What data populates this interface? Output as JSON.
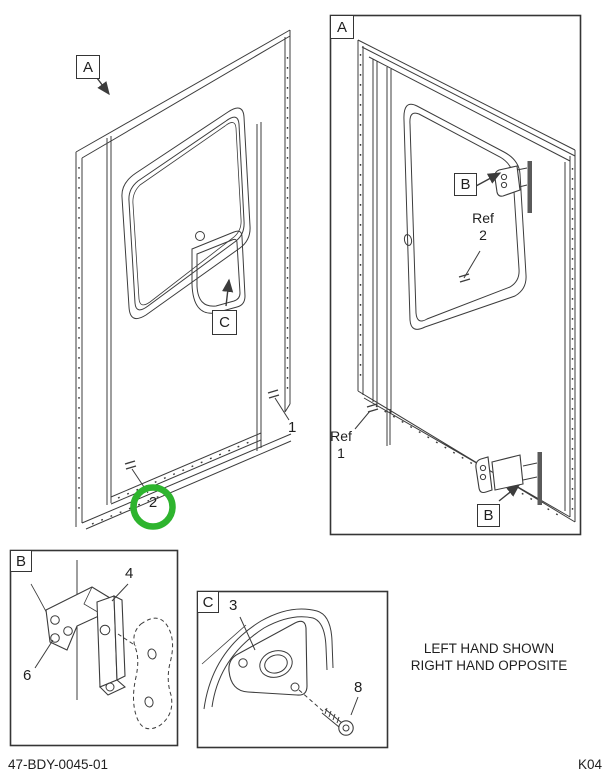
{
  "colors": {
    "line": "#3c3c3c",
    "text": "#1f1f1f",
    "highlight_green": "#2eb42e",
    "background": "#ffffff"
  },
  "main_view": {
    "view_label": "A",
    "cutout_view_label": "C",
    "callout_1": "1",
    "callout_2": "2",
    "highlighted_callout": "2"
  },
  "detail_a": {
    "corner_label": "A",
    "hinge_top_label": "B",
    "hinge_bottom_label": "B",
    "ref_top_word": "Ref",
    "ref_top_num": "2",
    "ref_bottom_word": "Ref",
    "ref_bottom_num": "1"
  },
  "detail_b": {
    "corner_label": "B",
    "callout_hinge": "4",
    "callout_fastener": "6"
  },
  "detail_c": {
    "corner_label": "C",
    "callout_plate": "3",
    "callout_screw": "8"
  },
  "notes": {
    "line1": "LEFT HAND SHOWN",
    "line2": "RIGHT HAND OPPOSITE"
  },
  "footer": {
    "document_number": "47-BDY-0045-01",
    "page_code": "K04"
  }
}
